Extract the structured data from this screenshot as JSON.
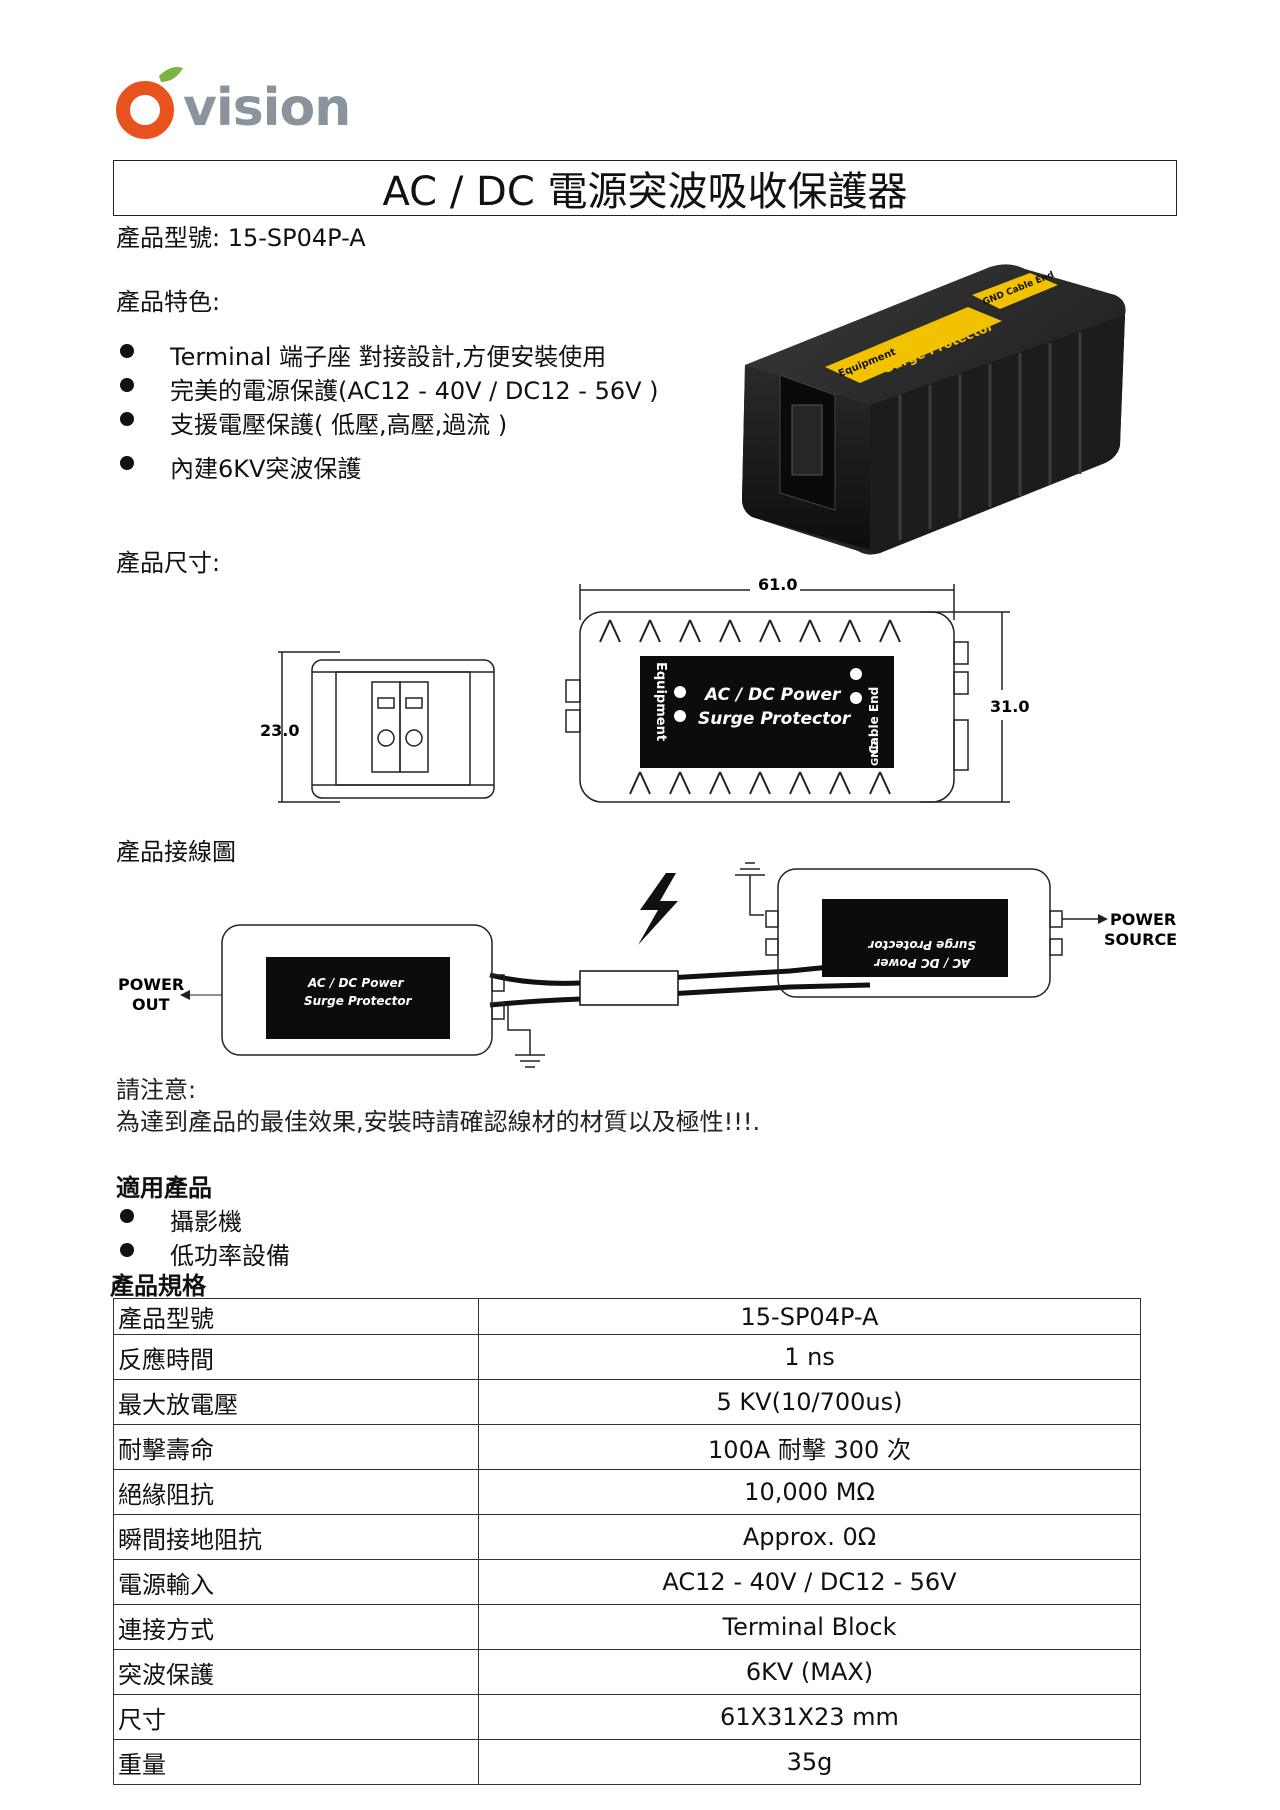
{
  "brand": {
    "logo_text": "vision"
  },
  "title": "AC / DC 電源突波吸收保護器",
  "model_line": "產品型號: 15-SP04P-A",
  "features": {
    "heading": "產品特色:",
    "items": [
      "Terminal 端子座 對接設計,方便安裝使用",
      "完美的電源保護(AC12 - 40V / DC12 - 56V )",
      "支援電壓保護( 低壓,高壓,過流 )",
      "內建6KV突波保護"
    ]
  },
  "product_photo": {
    "label_main": "AC / DC Power",
    "label_sub": "Surge Protector",
    "label_equipment": "Equipment",
    "label_cable": "GND Cable End"
  },
  "dimensions": {
    "heading": "產品尺寸:",
    "width": "61.0",
    "height": "31.0",
    "depth": "23.0",
    "device_line1": "AC / DC Power",
    "device_line2": "Surge Protector",
    "equipment_label": "Equipment",
    "cable_label": "Cable End",
    "gnd_label": "GND"
  },
  "wiring": {
    "heading": "產品接線圖",
    "power_out": [
      "POWER",
      "OUT"
    ],
    "power_source": [
      "POWER",
      "SOURCE"
    ]
  },
  "note": {
    "heading": "請注意:",
    "text": "為達到產品的最佳效果,安裝時請確認線材的材質以及極性!!!."
  },
  "applicable": {
    "heading": "適用產品",
    "items": [
      "攝影機",
      "低功率設備"
    ]
  },
  "spec": {
    "heading": "產品規格",
    "rows": [
      {
        "k": "產品型號",
        "v": "15-SP04P-A"
      },
      {
        "k": "反應時間",
        "v": "1 ns"
      },
      {
        "k": "最大放電壓",
        "v": "5 KV(10/700us)"
      },
      {
        "k": "耐擊壽命",
        "v": "100A 耐擊 300 次"
      },
      {
        "k": "絕緣阻抗",
        "v": "10,000 MΩ"
      },
      {
        "k": "瞬間接地阻抗",
        "v": "Approx. 0Ω"
      },
      {
        "k": "電源輸入",
        "v": "AC12 - 40V / DC12 - 56V"
      },
      {
        "k": "連接方式",
        "v": "Terminal Block"
      },
      {
        "k": "突波保護",
        "v": "6KV (MAX)"
      },
      {
        "k": "尺寸",
        "v": "61X31X23 mm"
      },
      {
        "k": "重量",
        "v": "35g"
      }
    ]
  },
  "colors": {
    "logo_orange": "#e8531d",
    "logo_green": "#7cb342",
    "logo_grey": "#8a949c",
    "device_black": "#1b1b1b",
    "label_yellow": "#f2c200"
  }
}
